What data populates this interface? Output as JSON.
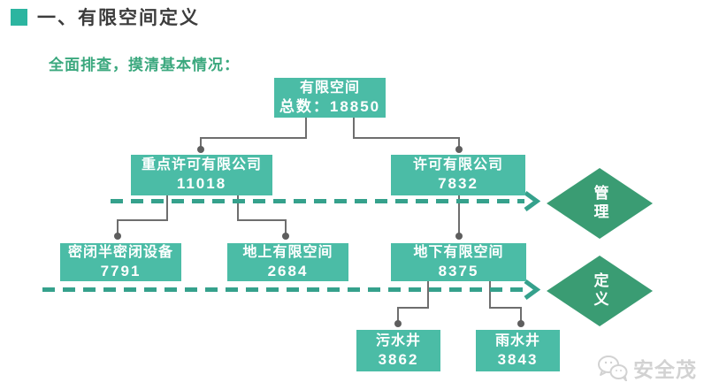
{
  "page": {
    "title": "一、有限空间定义",
    "subtitle": "全面排查，摸清基本情况："
  },
  "colors": {
    "box_fill": "#4bbca6",
    "diamond_fill": "#3a9c73",
    "dashed_arrow": "#35a18c",
    "title_accent": "#2cb5a0",
    "subtitle_text": "#3ba87e",
    "connector_gray": "#6e6e6e",
    "title_text": "#3c3c3c",
    "watermark_gray": "#d2d2d2"
  },
  "nodes": {
    "root": {
      "label": "有限空间",
      "value": "总数：18850"
    },
    "key_permit": {
      "label": "重点许可有限公司",
      "value": "11018"
    },
    "permit": {
      "label": "许可有限公司",
      "value": "7832"
    },
    "sealed": {
      "label": "密闭半密闭设备",
      "value": "7791"
    },
    "above": {
      "label": "地上有限空间",
      "value": "2684"
    },
    "below": {
      "label": "地下有限空间",
      "value": "8375"
    },
    "sewage_well": {
      "label": "污水井",
      "value": "3862"
    },
    "rain_well": {
      "label": "雨水井",
      "value": "3843"
    }
  },
  "diamonds": {
    "management": {
      "label": "管理"
    },
    "definition": {
      "label": "定义"
    }
  },
  "watermark": {
    "text": "安全茂",
    "icon": "wechat-icon"
  }
}
